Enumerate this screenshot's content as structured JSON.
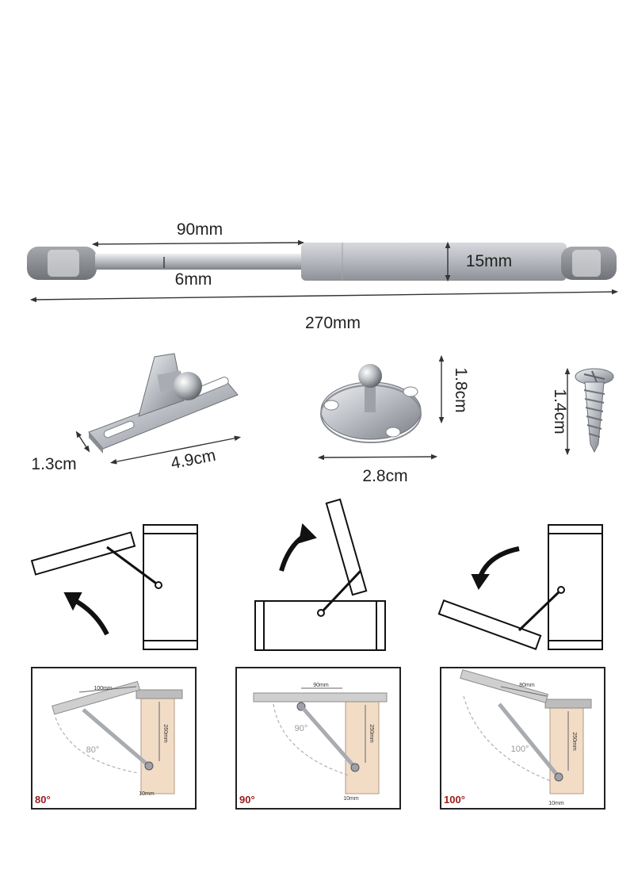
{
  "strut": {
    "stroke_length": "90mm",
    "rod_diameter": "6mm",
    "body_diameter": "15mm",
    "total_length": "270mm"
  },
  "bracket": {
    "width": "1.3cm",
    "length": "4.9cm"
  },
  "ball_mount": {
    "height": "1.8cm",
    "diameter": "2.8cm"
  },
  "screw": {
    "length": "1.4cm"
  },
  "installs": [
    {
      "angle_label": "80°",
      "arc_label": "80°",
      "top_dim": "100mm",
      "side_dim": "260mm",
      "bottom_dim": "10mm"
    },
    {
      "angle_label": "90°",
      "arc_label": "90°",
      "top_dim": "90mm",
      "side_dim": "250mm",
      "bottom_dim": "10mm"
    },
    {
      "angle_label": "100°",
      "arc_label": "100°",
      "top_dim": "80mm",
      "side_dim": "250mm",
      "bottom_dim": "10mm"
    }
  ],
  "colors": {
    "accent_red": "#9a1b1b",
    "metal": "#b9bcc2",
    "wood": "#f2dcc6"
  }
}
